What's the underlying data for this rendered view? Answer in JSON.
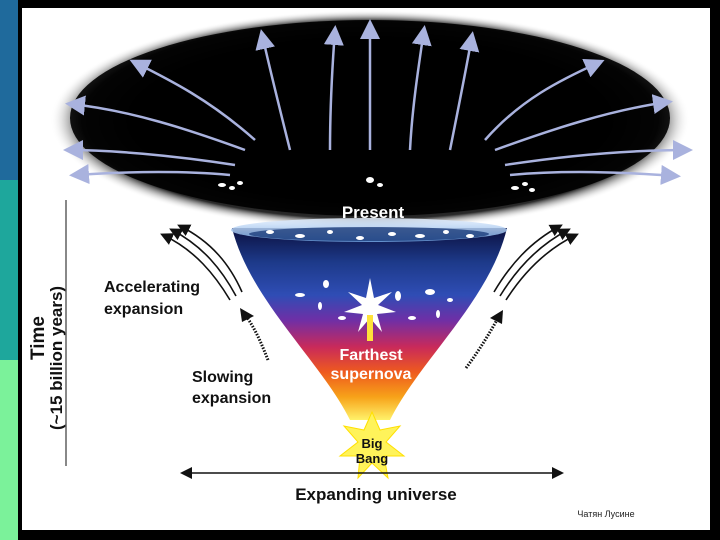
{
  "diagram": {
    "present": "Present",
    "farthest_supernova_1": "Farthest",
    "farthest_supernova_2": "supernova",
    "big_bang_1": "Big",
    "big_bang_2": "Bang",
    "accelerating_1": "Accelerating",
    "accelerating_2": "expansion",
    "slowing_1": "Slowing",
    "slowing_2": "expansion",
    "time_1": "Time",
    "time_2": "(~15 billion years)",
    "expanding": "Expanding universe",
    "credit": "Чатян Лусине"
  },
  "colors": {
    "side_strip_top": "#1f6a9c",
    "side_strip_mid": "#1ea79c",
    "side_strip_bottom": "#7bf29a",
    "arrow": "#a9b2de"
  }
}
